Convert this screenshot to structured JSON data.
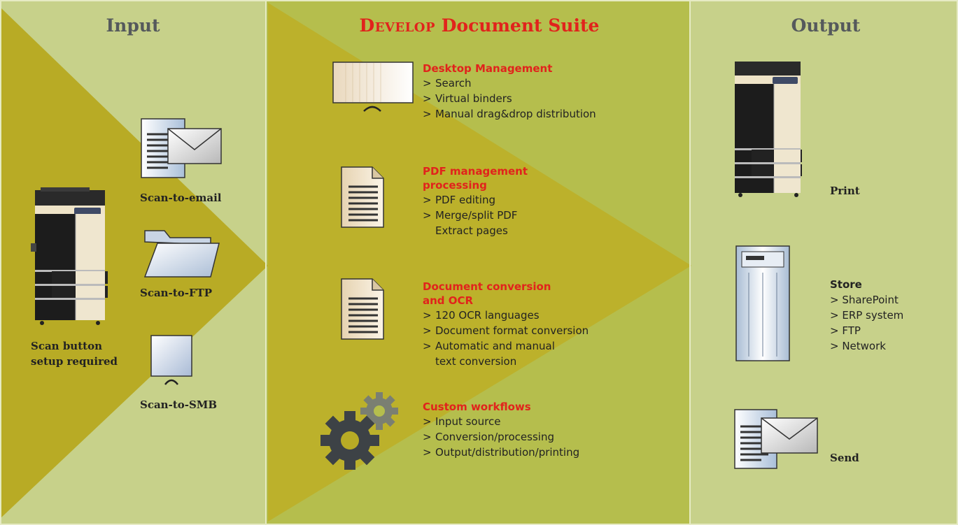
{
  "colors": {
    "panel_light": "#c7d18a",
    "panel_mid": "#b5be4d",
    "arrow_gold": "#b8ab25",
    "title_gray": "#55595c",
    "accent_red": "#e1231c"
  },
  "columns": {
    "input": {
      "title": "Input"
    },
    "suite": {
      "title_brand": "Develop",
      "title_rest": "Document Suite"
    },
    "output": {
      "title": "Output"
    }
  },
  "input": {
    "device_label_1": "Scan button",
    "device_label_2": "setup required",
    "email_label": "Scan-to-email",
    "ftp_label": "Scan-to-FTP",
    "smb_label": "Scan-to-SMB"
  },
  "suite": {
    "marker": ">",
    "sections": [
      {
        "title": "Desktop Management",
        "items": [
          "Search",
          "Virtual binders",
          "Manual drag&drop distribution"
        ]
      },
      {
        "title_1": "PDF management",
        "title_2": "processing",
        "items": [
          "PDF editing",
          "Merge/split PDF"
        ],
        "continuation": "Extract pages"
      },
      {
        "title_1": "Document conversion",
        "title_2": "and OCR",
        "items": [
          "120 OCR languages",
          "Document format conversion",
          "Automatic and manual"
        ],
        "continuation": "text conversion"
      },
      {
        "title": "Custom workflows",
        "items": [
          "Input source",
          "Conversion/processing",
          "Output/distribution/printing"
        ]
      }
    ]
  },
  "output": {
    "print_label": "Print",
    "store_title": "Store",
    "store_items": [
      "> SharePoint",
      "> ERP system",
      "> FTP",
      "> Network"
    ],
    "send_label": "Send"
  }
}
